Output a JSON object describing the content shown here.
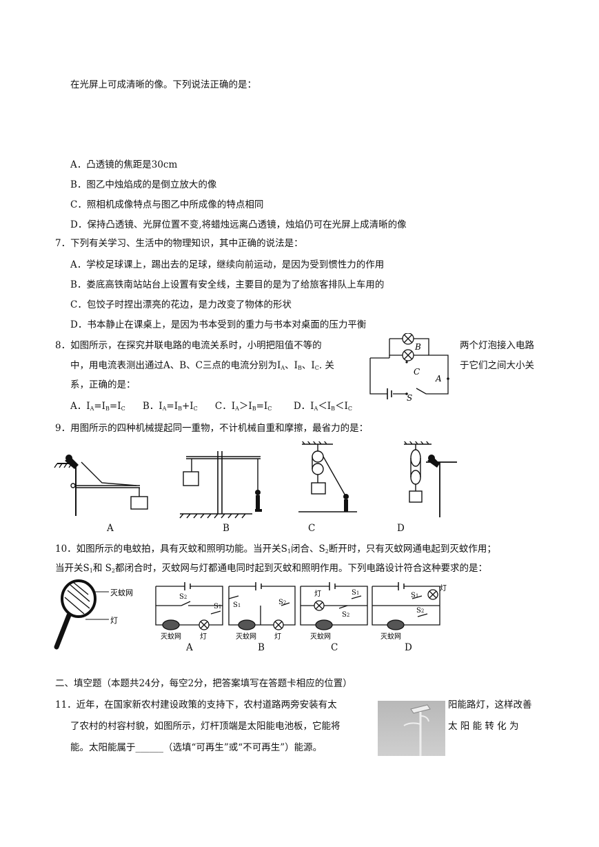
{
  "intro_line": "在光屏上可成清晰的像。下列说法正确的是：",
  "q6": {
    "a": "A．凸透镜的焦距是30cm",
    "b": "B．图乙中烛焰成的是倒立放大的像",
    "c": "C．照相机成像特点与图乙中所成像的特点相同",
    "d": "D．保持凸透镜、光屏位置不变,将蜡烛远离凸透镜，烛焰仍可在光屏上成清晰的像"
  },
  "q7": {
    "stem": "7．下列有关学习、生活中的物理知识，其中正确的说法是：",
    "a": "A．学校足球课上，踢出去的足球，继续向前运动，是因为受到惯性力的作用",
    "b": "B．娄底高铁南站站台上设置有安全线，主要目的是为了给旅客排队上车用的",
    "c": "C．包饺子时捏出漂亮的花边，是力改变了物体的形状",
    "d": "D．书本静止在课桌上，是因为书本受到的重力与书本对桌面的压力平衡"
  },
  "q8": {
    "line1_left": "8．如图所示，在探究并联电路的电流关系时，小明把阻值不等的",
    "line1_right": "两个灯泡接入电路",
    "line2_left": "中，用电流表测出通过A、B、C三点的电流分别为I",
    "line2_right": "于它们之间大小关",
    "line3": "系，正确的是：",
    "opt_a": "A．I",
    "opt_b": "B．I",
    "opt_c": "C．I",
    "opt_d": "D．I",
    "fig_labels": {
      "b": "B",
      "c": "C",
      "a": "A",
      "s": "S"
    }
  },
  "q9": {
    "stem": "9．用图所示的四种机械提起同一重物，不计机械自重和摩擦，最省力的是：",
    "labels": [
      "A",
      "B",
      "C",
      "D"
    ]
  },
  "q10": {
    "line1": "10．如图所示的电蚊拍，具有灭蚊和照明功能。当开关S",
    "line2": "当开关S",
    "fig_net": "灭蚊网",
    "fig_lamp": "灯",
    "labels": [
      "A",
      "B",
      "C",
      "D"
    ],
    "net_label": "灭蚊网",
    "lamp_label": "灯"
  },
  "section2": "二、填空题（本题共24分，每空2分，把答案填写在答题卡相应的位置）",
  "q11": {
    "line1_left": "11．近年，在国家新农村建设政策的支持下，农村道路两旁安装有太",
    "line1_right": "阳能路灯，这样改善",
    "line2_left": "了农村的村容村貌，如图所示，灯杆顶端是太阳能电池板，它能将",
    "line2_right": "太 阳 能 转 化 为",
    "line3": "能。太阳能属于______（选填“可再生”或“不可再生”）能源。"
  }
}
